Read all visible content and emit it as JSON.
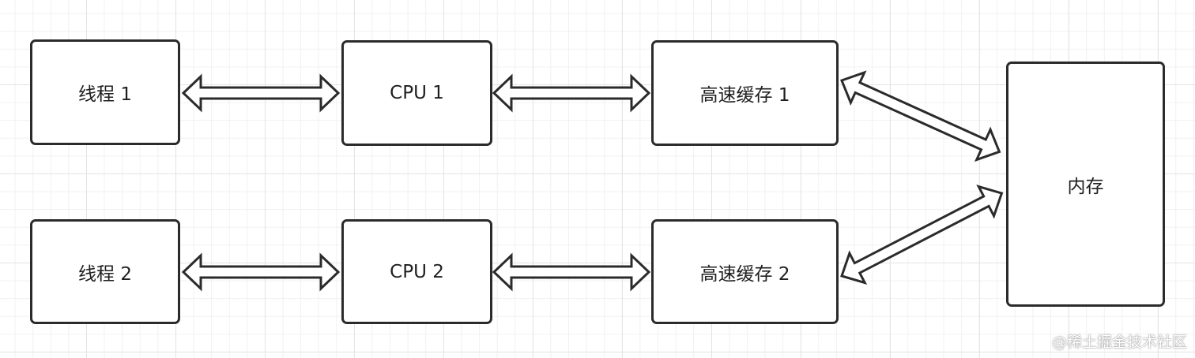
{
  "nodes": {
    "thread1": "线程 1",
    "cpu1": "CPU 1",
    "cache1": "高速缓存 1",
    "thread2": "线程 2",
    "cpu2": "CPU 2",
    "cache2": "高速缓存 2",
    "memory": "内存"
  },
  "watermark": "@稀土掘金技术社区",
  "colors": {
    "stroke": "#2b2b2b",
    "fill": "#ffffff",
    "grid": "#e4e4e4"
  }
}
